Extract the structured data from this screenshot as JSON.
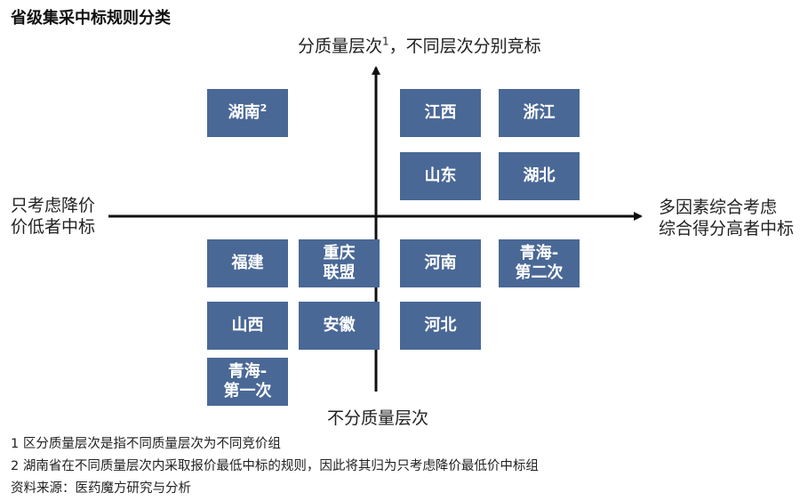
{
  "title": "省级集采中标规则分类",
  "axes": {
    "top": "分质量层次",
    "top_sup": "1",
    "top_suffix": "，不同层次分别竞标",
    "bottom": "不分质量层次",
    "left_line1": "只考虑降价",
    "left_line2": "价低者中标",
    "right_line1": "多因素综合考虑",
    "right_line2": "综合得分高者中标"
  },
  "provinces": {
    "hunan": {
      "name": "湖南",
      "sup": "2"
    },
    "jiangxi": {
      "line1": "江西"
    },
    "zhejiang": {
      "line1": "浙江"
    },
    "shandong": {
      "line1": "山东"
    },
    "hubei": {
      "line1": "湖北"
    },
    "fujian": {
      "line1": "福建"
    },
    "chongqing": {
      "line1": "重庆",
      "line2": "联盟"
    },
    "henan": {
      "line1": "河南"
    },
    "qinghai2": {
      "line1": "青海-",
      "line2": "第二次"
    },
    "shanxi": {
      "line1": "山西"
    },
    "anhui": {
      "line1": "安徽"
    },
    "hebei": {
      "line1": "河北"
    },
    "qinghai1": {
      "line1": "青海-",
      "line2": "第一次"
    }
  },
  "notes": {
    "note1": "1 区分质量层次是指不同质量层次为不同竞价组",
    "note2": "2 湖南省在不同质量层次内采取报价最低中标的规则，因此将其归为只考虑降价最低价中标组",
    "source": "资料来源：医药魔方研究与分析"
  },
  "colors": {
    "box": "#4a6896",
    "axis": "#111111"
  }
}
